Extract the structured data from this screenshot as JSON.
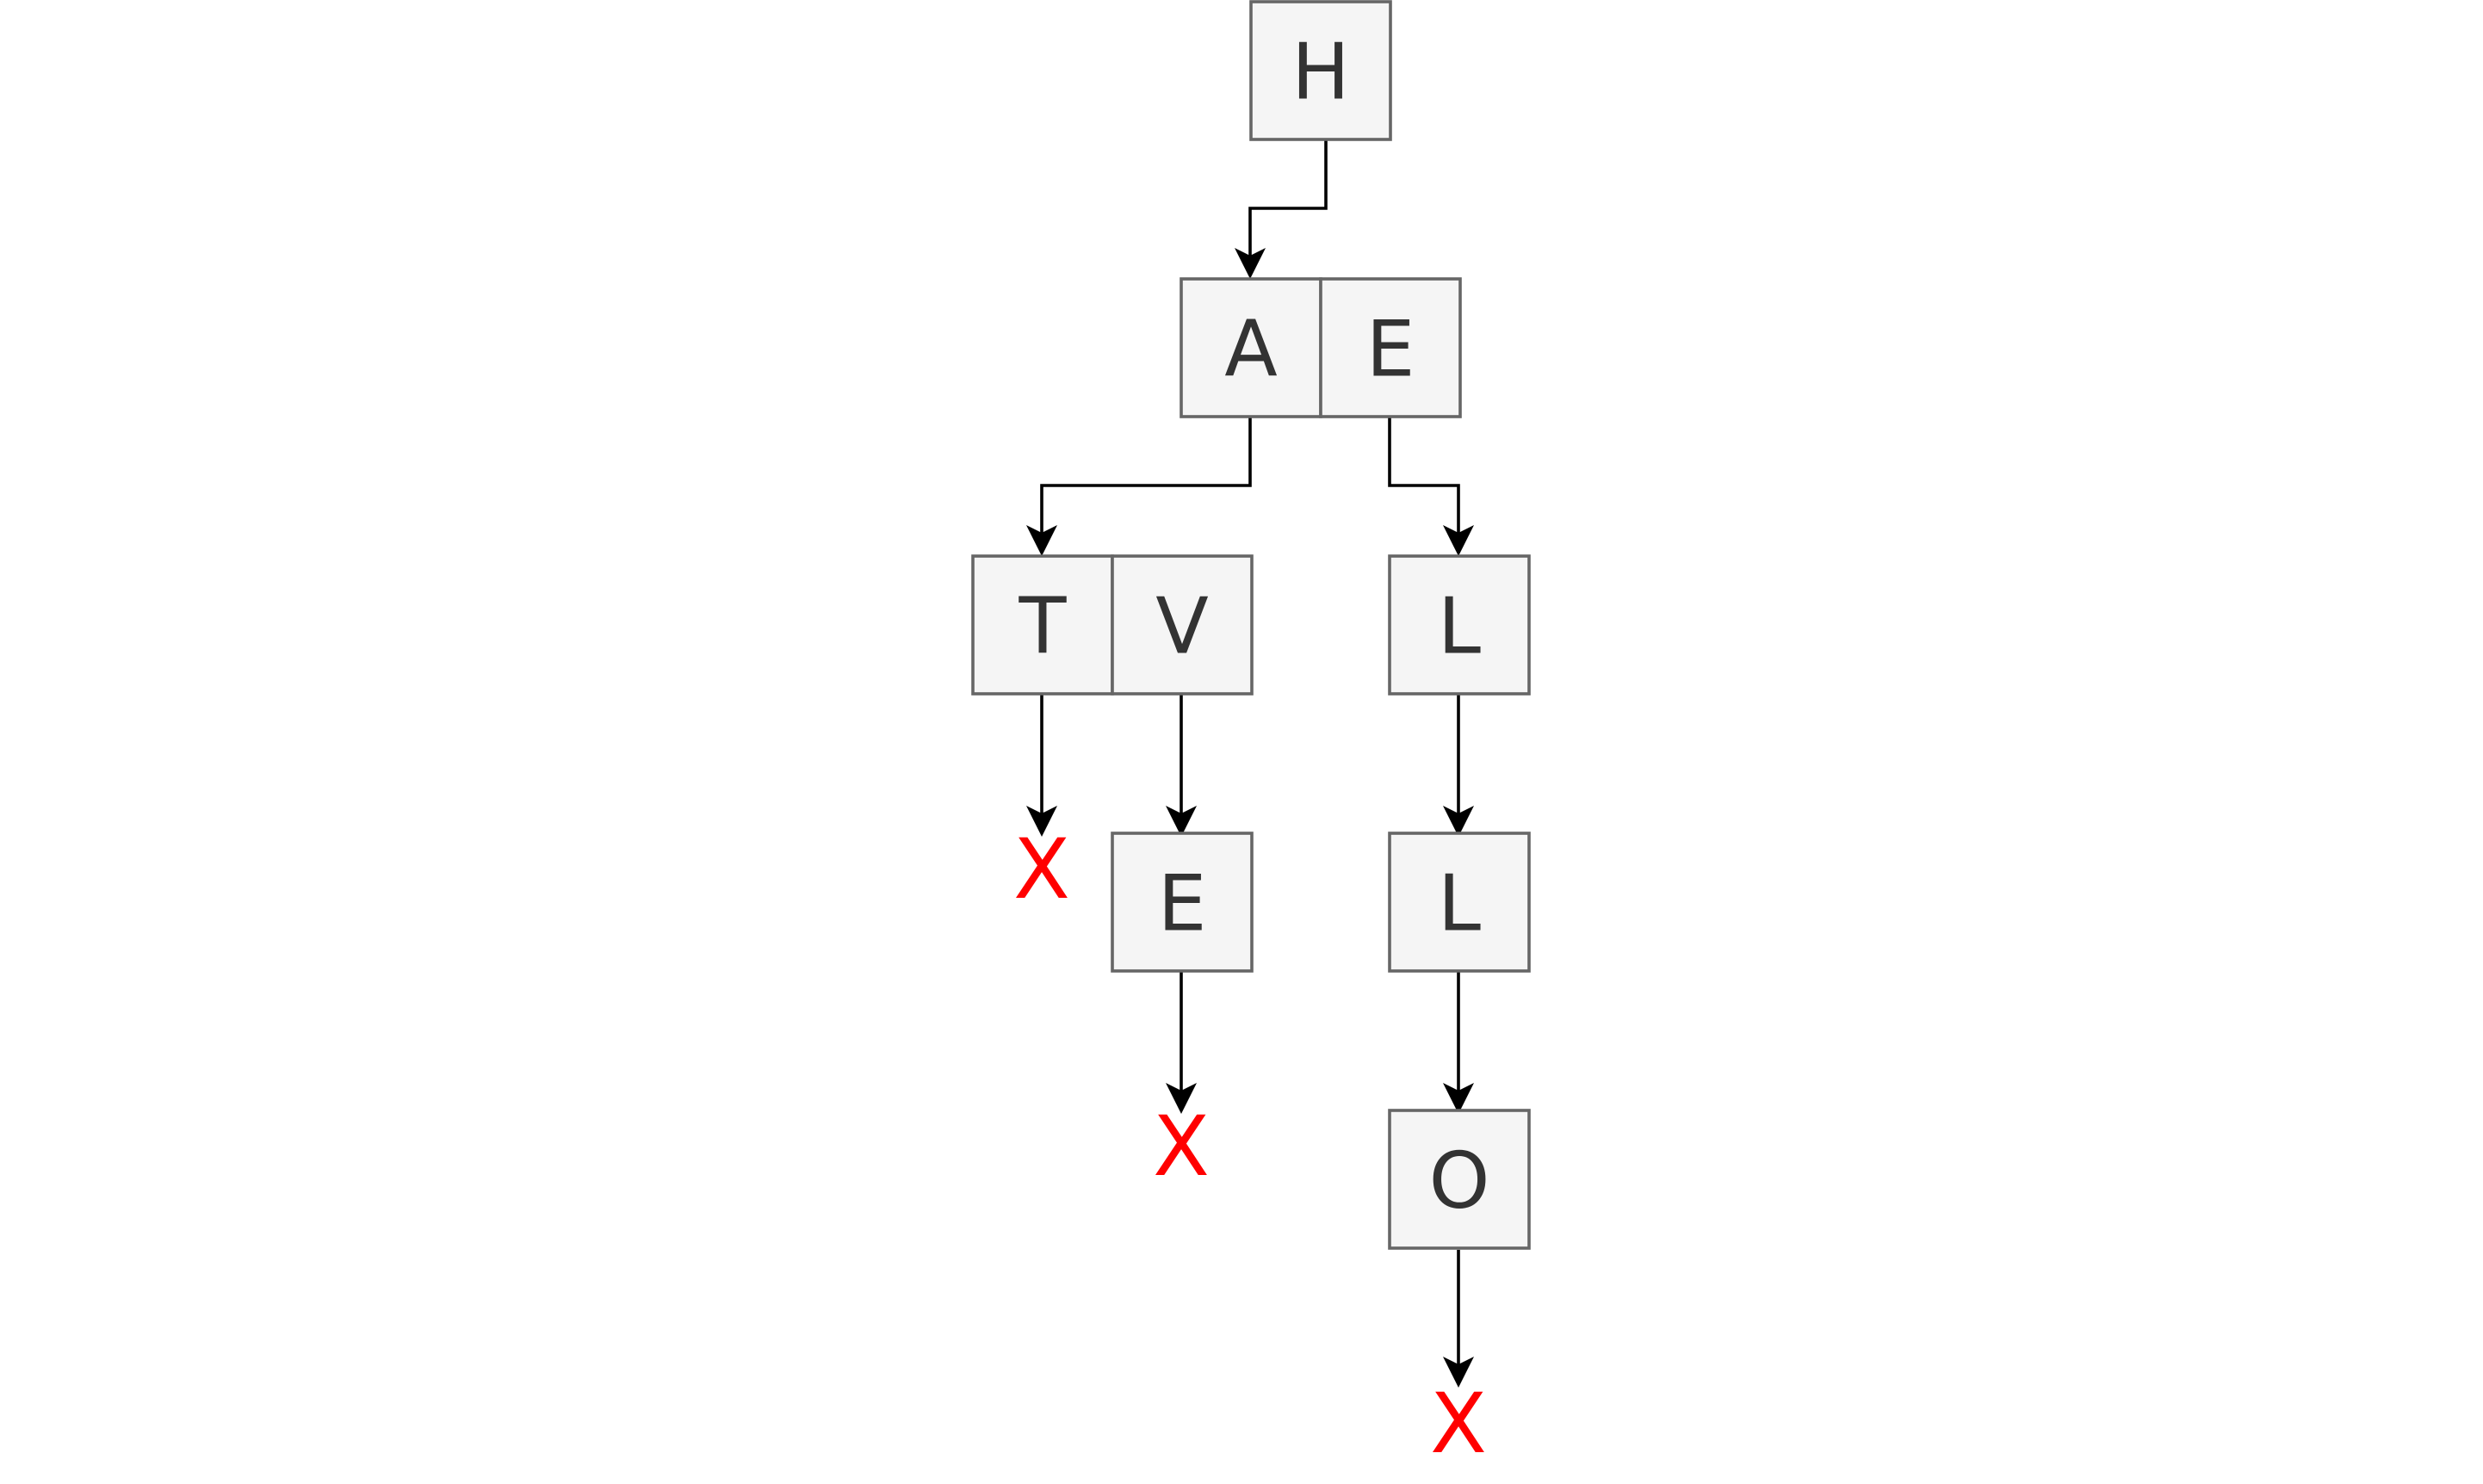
{
  "diagram": {
    "nodes": {
      "h": "H",
      "a": "A",
      "e1": "E",
      "t": "T",
      "v": "V",
      "l1": "L",
      "e2": "E",
      "l2": "L",
      "o": "O"
    },
    "terminals": {
      "t_end": "X",
      "e2_end": "X",
      "o_end": "X"
    },
    "colors": {
      "node_fill": "#f5f5f5",
      "node_border": "#666666",
      "node_text": "#333333",
      "arrow": "#000000",
      "terminal": "#ff0000"
    }
  }
}
